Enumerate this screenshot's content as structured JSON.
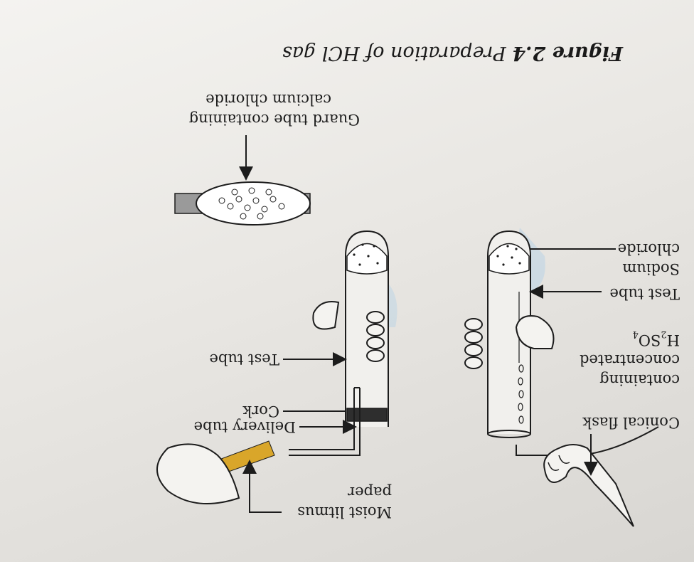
{
  "figure": {
    "caption_prefix": "Figure 2.4",
    "caption_text": "Preparation of HCl gas"
  },
  "labels": {
    "guard_tube_line1": "Guard tube containing",
    "guard_tube_line2": "calcium chloride",
    "sodium_chloride_line1": "Sodium",
    "sodium_chloride_line2": "chloride",
    "test_tube_right": "Test tube",
    "h2so4_line_h": "H",
    "h2so4_sub_2": "2",
    "h2so4_so": "SO",
    "h2so4_sub_4": "4",
    "concentrated": "concentrated",
    "containing": "containing",
    "conical_flask": "Conical flask",
    "test_tube_left": "Test tube",
    "cork": "Cork",
    "delivery_tube": "Delivery tube",
    "moist_litmus_line1": "Moist litmus",
    "moist_litmus_line2": "paper"
  },
  "colors": {
    "ink": "#1c1c1c",
    "litmus_paper": "#d9a62a",
    "glass_tint": "#b9d3e6"
  }
}
